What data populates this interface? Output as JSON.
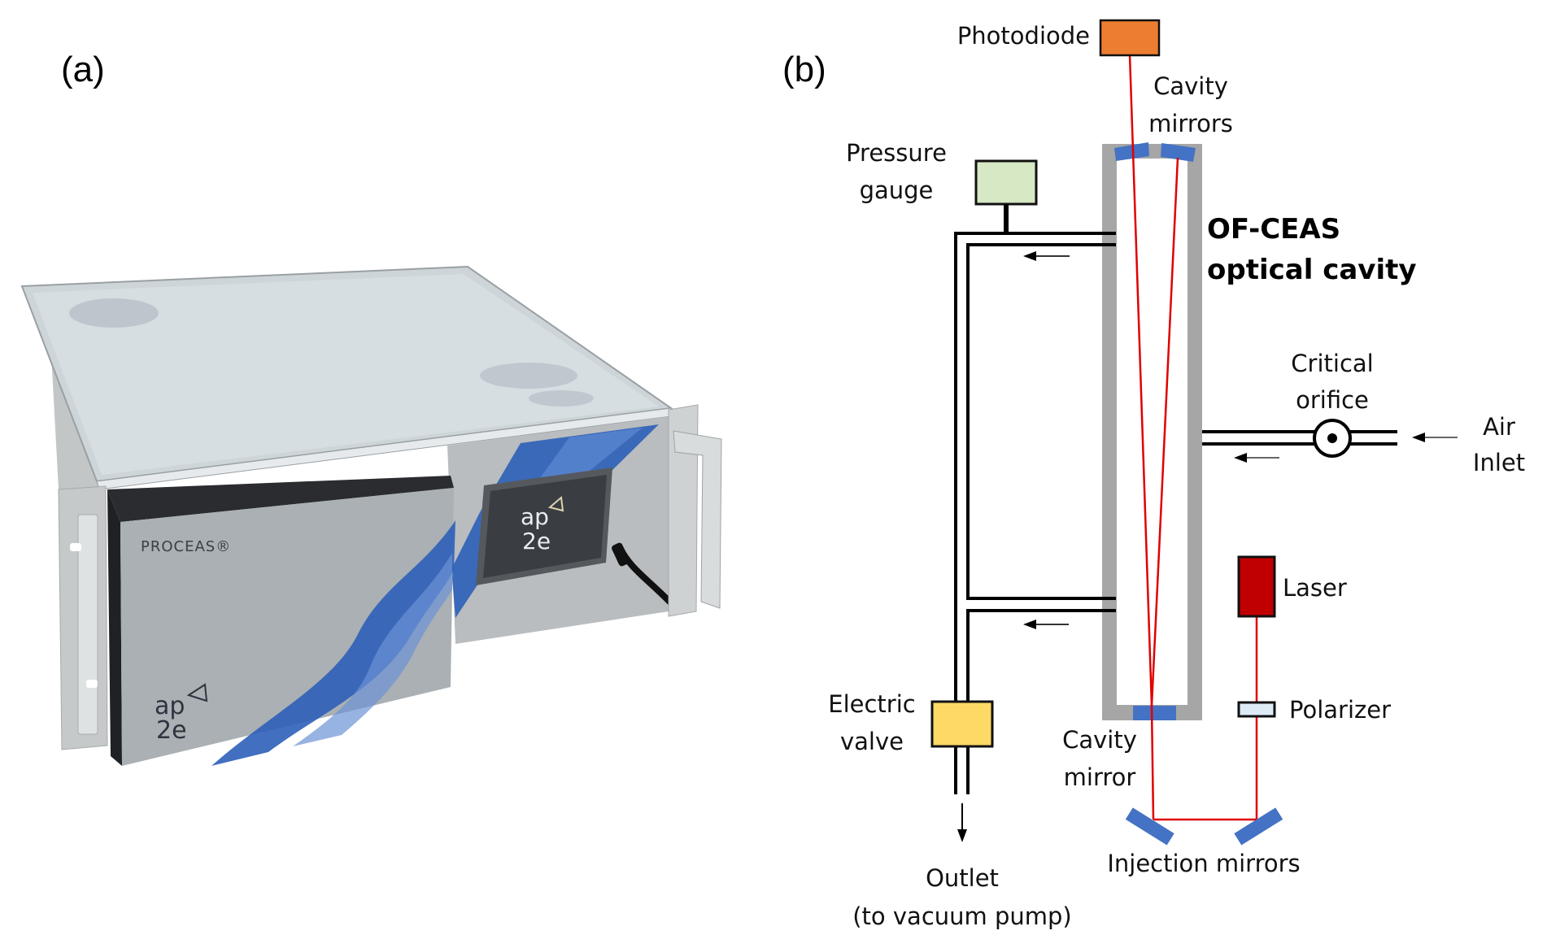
{
  "figure": {
    "panel_a": {
      "label": "(a)",
      "photo": {
        "subject": "PROCEAS gas analyzer rack-mount unit",
        "module_brand": "PROCEAS®",
        "logo_line1": "ap",
        "logo_line2": "2e",
        "screen_logo_line1": "ap",
        "screen_logo_line2": "2e"
      }
    },
    "panel_b": {
      "label": "(b)",
      "title_line1": "OF-CEAS",
      "title_line2": "optical cavity",
      "components": {
        "photodiode": "Photodiode",
        "cavity_mirrors_line1": "Cavity",
        "cavity_mirrors_line2": "mirrors",
        "pressure_gauge_line1": "Pressure",
        "pressure_gauge_line2": "gauge",
        "critical_orifice_line1": "Critical",
        "critical_orifice_line2": "orifice",
        "air_inlet_line1": "Air",
        "air_inlet_line2": "Inlet",
        "laser": "Laser",
        "polarizer": "Polarizer",
        "electric_valve_line1": "Electric",
        "electric_valve_line2": "valve",
        "cavity_mirror_line1": "Cavity",
        "cavity_mirror_line2": "mirror",
        "injection_mirrors": "Injection mirrors",
        "outlet_line1": "Outlet",
        "outlet_line2": "(to vacuum pump)"
      },
      "colors": {
        "photodiode": "#ED7D31",
        "pressure_gauge": "#D6E8C4",
        "electric_valve": "#FFD966",
        "laser": "#C00000",
        "polarizer": "#DDEBF7",
        "mirror": "#4472C4",
        "beam": "#E00000",
        "cavity_wall": "#A6A6A6",
        "pipe": "#000000"
      }
    }
  }
}
